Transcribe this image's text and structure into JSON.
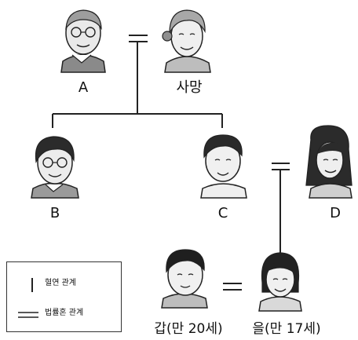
{
  "people": {
    "a": "A",
    "deceased": "사망",
    "b": "B",
    "c": "C",
    "d": "D",
    "gap": "갑(만 20세)",
    "eul": "을(만 17세)"
  },
  "legend": {
    "blood": "혈연 관계",
    "legal": "법률혼 관계"
  }
}
